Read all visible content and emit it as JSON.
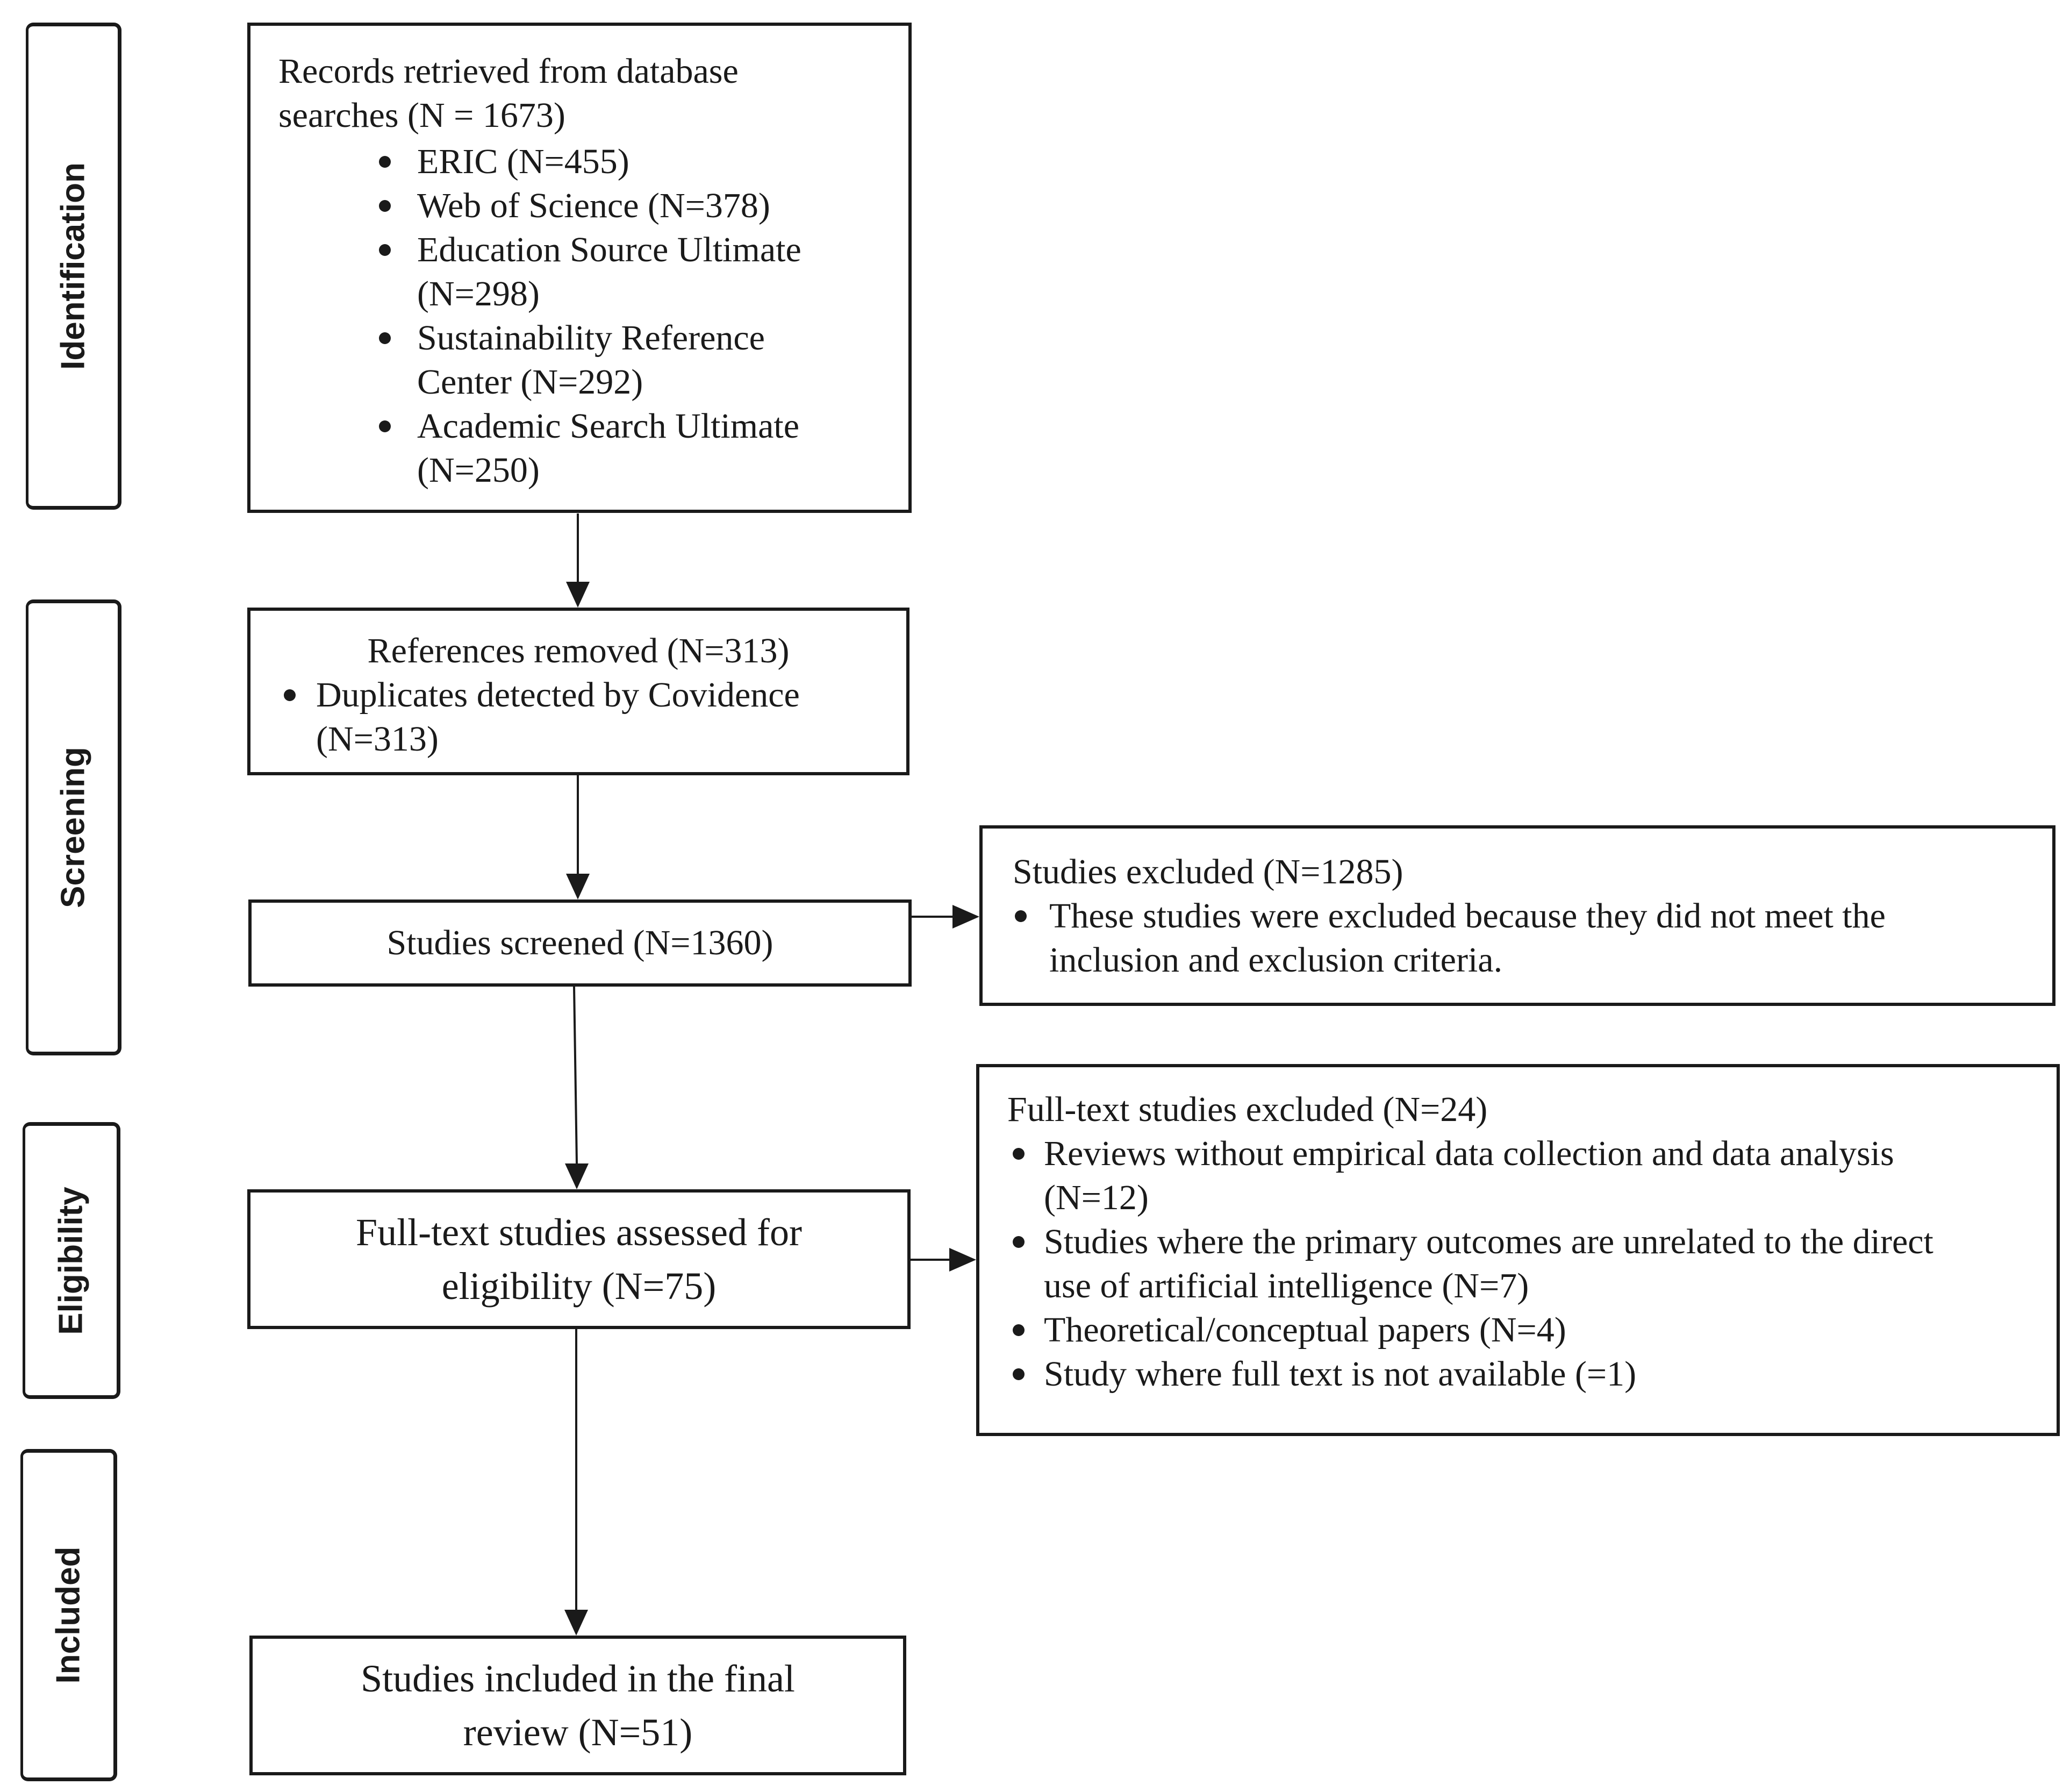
{
  "stages": {
    "identification": "Identification",
    "screening": "Screening",
    "eligibility": "Eligibility",
    "included": "Included"
  },
  "records_box": {
    "title_line1": "Records retrieved from database",
    "title_line2": "searches (N = 1673)",
    "items": [
      {
        "line1": "ERIC (N=455)",
        "line2": ""
      },
      {
        "line1": "Web of Science (N=378)",
        "line2": ""
      },
      {
        "line1": "Education Source Ultimate",
        "line2": "(N=298)"
      },
      {
        "line1": "Sustainability Reference",
        "line2": "Center (N=292)"
      },
      {
        "line1": "Academic Search Ultimate",
        "line2": "(N=250)"
      }
    ]
  },
  "removed_box": {
    "title": "References removed (N=313)",
    "item_line1": "Duplicates detected by Covidence",
    "item_line2": "(N=313)"
  },
  "screened_box": {
    "title": "Studies screened (N=1360)"
  },
  "excluded_box": {
    "title": "Studies excluded (N=1285)",
    "item_line1": "These studies were excluded because they did not meet the",
    "item_line2": "inclusion and exclusion criteria."
  },
  "fulltext_box": {
    "line1": "Full-text studies assessed for",
    "line2": "eligibility (N=75)"
  },
  "fulltext_excluded_box": {
    "title": "Full-text studies excluded (N=24)",
    "items": [
      {
        "line1": "Reviews without empirical data collection and data analysis",
        "line2": "(N=12)"
      },
      {
        "line1": "Studies where the primary outcomes are unrelated to the direct",
        "line2": "use of artificial intelligence (N=7)"
      },
      {
        "line1": "Theoretical/conceptual papers (N=4)",
        "line2": ""
      },
      {
        "line1": "Study where full text is not available (=1)",
        "line2": ""
      }
    ]
  },
  "included_box": {
    "line1": "Studies included in the final",
    "line2": "review (N=51)"
  }
}
